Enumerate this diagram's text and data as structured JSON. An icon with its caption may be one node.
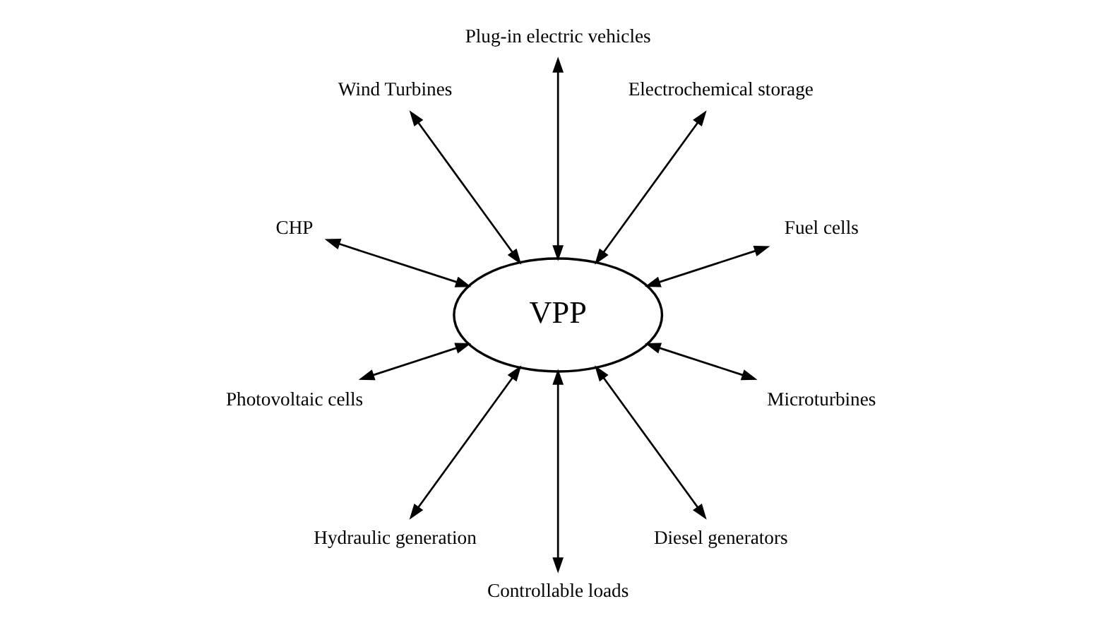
{
  "diagram": {
    "nodes": [
      {
        "text": [
          "VPP"
        ]
      },
      {
        "text": [
          "Fuel cells"
        ]
      },
      {
        "text": [
          "Electrochemical storage"
        ]
      },
      {
        "text": [
          "Plug-in electric vehicles"
        ]
      },
      {
        "text": [
          "Wind Turbines"
        ]
      },
      {
        "text": [
          "CHP"
        ]
      },
      {
        "text": [
          "Photovoltaic cells"
        ]
      },
      {
        "text": [
          "Hydraulic generation"
        ]
      },
      {
        "text": [
          "Controllable loads"
        ]
      },
      {
        "text": [
          "Diesel generators"
        ]
      },
      {
        "text": [
          "Microturbines"
        ]
      }
    ],
    "edges": [
      {
        "from": 1,
        "to": 0,
        "arrow": "both"
      },
      {
        "from": 2,
        "to": 0,
        "arrow": "both"
      },
      {
        "from": 3,
        "to": 0,
        "arrow": "both"
      },
      {
        "from": 4,
        "to": 0,
        "arrow": "both"
      },
      {
        "from": 5,
        "to": 0,
        "arrow": "both"
      },
      {
        "from": 6,
        "to": 0,
        "arrow": "both"
      },
      {
        "from": 7,
        "to": 0,
        "arrow": "both"
      },
      {
        "from": 8,
        "to": 0,
        "arrow": "both"
      },
      {
        "from": 9,
        "to": 0,
        "arrow": "both"
      },
      {
        "from": 10,
        "to": 0,
        "arrow": "both"
      }
    ]
  }
}
